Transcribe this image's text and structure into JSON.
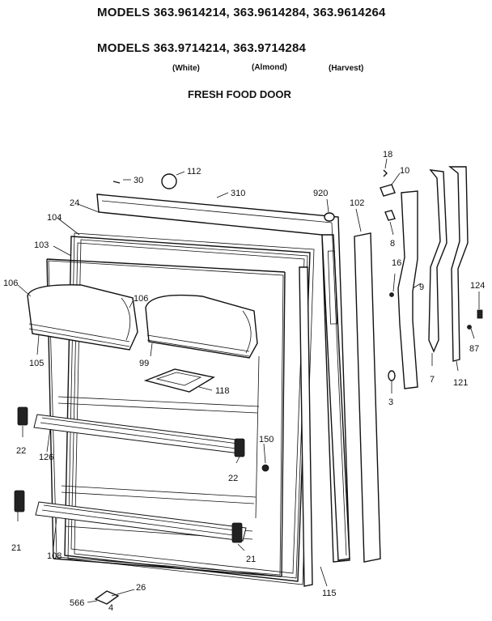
{
  "header": {
    "models_line_1": "MODELS 363.9614214, 363.9614284, 363.9614264",
    "models_line_2": "MODELS 363.9714214, 363.9714284",
    "colors": [
      "(White)",
      "(Almond)",
      "(Harvest)"
    ],
    "section_title": "FRESH FOOD DOOR"
  },
  "callouts": {
    "p30": "30",
    "p112": "112",
    "p310": "310",
    "p920": "920",
    "p24": "24",
    "p104": "104",
    "p103": "103",
    "p106a": "106",
    "p106b": "106",
    "p105": "105",
    "p99": "99",
    "p118": "118",
    "p22a": "22",
    "p126": "126",
    "p150": "150",
    "p22b": "22",
    "p21a": "21",
    "p108": "108",
    "p21b": "21",
    "p26": "26",
    "p566": "566",
    "p4": "4",
    "p115": "115",
    "p102": "102",
    "p18": "18",
    "p10": "10",
    "p8": "8",
    "p16": "16",
    "p9": "9",
    "p3": "3",
    "p7": "7",
    "p121": "121",
    "p124": "124",
    "p87": "87"
  }
}
